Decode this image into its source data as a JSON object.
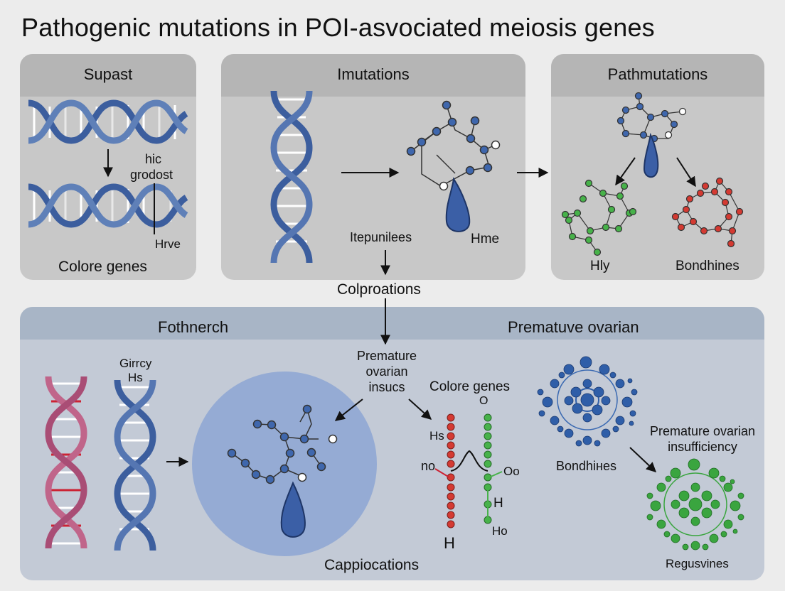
{
  "title": "Pathogenic mutations in POI-asvociated meiosis genes",
  "panels": {
    "left": {
      "title": "Supast",
      "label_top_1": "hic",
      "label_top_2": "grodost",
      "label_hrve": "Hrve",
      "label_bottom": "Colore genes"
    },
    "middle": {
      "title": "Imutations",
      "label_left": "Itepunilees",
      "label_right": "Hme"
    },
    "right": {
      "title": "Pathmutations",
      "label_left": "Hly",
      "label_right": "Bondhines"
    },
    "connector": "Colproations",
    "bottom": {
      "title_left": "Fothnerch",
      "title_right": "Prematuve ovarian",
      "dna_label_1": "Girrcy",
      "dna_label_2": "Hs",
      "premature_1": "Premature",
      "premature_2": "ovarian",
      "premature_3": "insucs",
      "colore_genes": "Colore genes",
      "chain_h_top": "Hs",
      "chain_n": "no",
      "chain_o_top": "O",
      "chain_o_right": "Oo",
      "chain_h_mid": "H",
      "chain_h_right": "Ho",
      "chain_h_bottom": "H",
      "bondhines": "Bondhiнes",
      "poi_1": "Premature ovarian",
      "poi_2": "insufficiency",
      "regusvines": "Regusvines",
      "bottom_label": "Cappiocations"
    }
  },
  "colors": {
    "dna_blue": "#3c5e9e",
    "dna_pink": "#c0658a",
    "node_blue": "#3f67ad",
    "node_green": "#47b24a",
    "node_red": "#d43a32",
    "circle_fill": "#8da6d3"
  }
}
